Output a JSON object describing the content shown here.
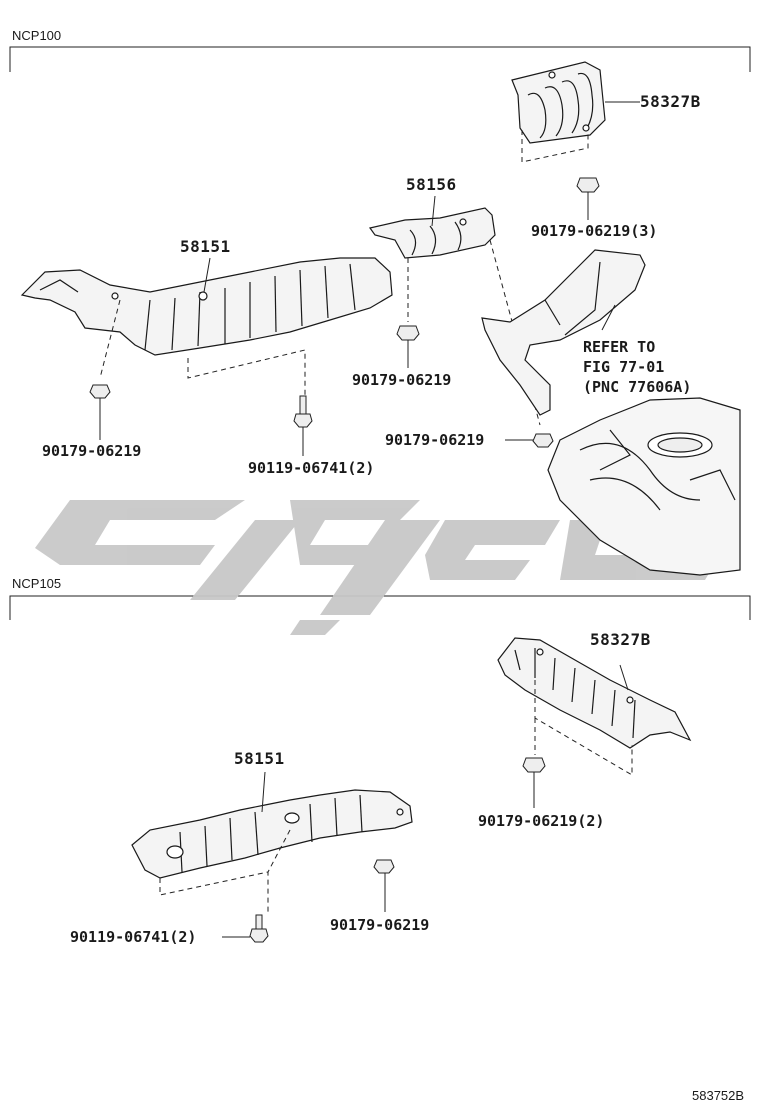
{
  "sections": {
    "top": {
      "title": "NCP100"
    },
    "bottom": {
      "title": "NCP105"
    }
  },
  "top": {
    "part_58327b": "58327B",
    "part_58156": "58156",
    "part_58151": "58151",
    "nut_58327b": "90179-06219(3)",
    "nut_58156": "90179-06219",
    "nut_58151_left": "90179-06219",
    "bolt_58151": "90119-06741(2)",
    "nut_tank": "90179-06219",
    "refer_line1": "REFER TO",
    "refer_line2": "FIG 77-01",
    "refer_line3": "(PNC 77606A)"
  },
  "bottom": {
    "part_58327b": "58327B",
    "part_58151": "58151",
    "nut_58327b": "90179-06219(2)",
    "bolt_58151": "90119-06741(2)",
    "nut_58151": "90179-06219"
  },
  "figure_id": "583752B",
  "watermark": {
    "color": "#c8c8c8"
  }
}
